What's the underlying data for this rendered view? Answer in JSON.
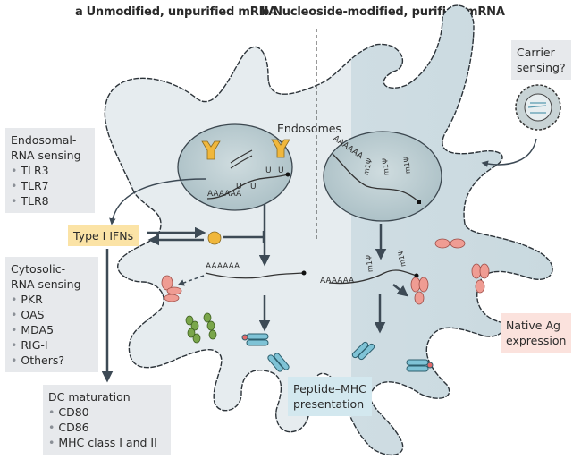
{
  "panels": {
    "a": {
      "letter": "a",
      "title": "Unmodified, unpurified mRNA"
    },
    "b": {
      "letter": "b",
      "title": "Nucleoside-modified, purified mRNA"
    }
  },
  "labels": {
    "endosomes": "Endosomes",
    "type1_ifns": "Type I IFNs",
    "peptide_mhc": [
      "Peptide–MHC",
      "presentation"
    ],
    "native_ag": [
      "Native Ag",
      "expression"
    ],
    "carrier": [
      "Carrier",
      "sensing?"
    ]
  },
  "boxes": {
    "endosomal": {
      "title": [
        "Endosomal-",
        "RNA sensing"
      ],
      "items": [
        "TLR3",
        "TLR7",
        "TLR8"
      ]
    },
    "cytosolic": {
      "title": [
        "Cytosolic-",
        "RNA sensing"
      ],
      "items": [
        "PKR",
        "OAS",
        "MDA5",
        "RIG-I",
        "Others?"
      ]
    },
    "dc_maturation": {
      "title": "DC maturation",
      "items": [
        "CD80",
        "CD86",
        "MHC class I and II"
      ]
    }
  },
  "mrna": {
    "poly_a": "AAAAAA",
    "uridine": "U",
    "modified": "m1Ψ"
  },
  "colors": {
    "cell_left": "#e3eaee",
    "cell_right": "#cfdde3",
    "endosome": "#b8cbd1",
    "tlr": "#f0b73c",
    "mhc": "#7fc3d6",
    "native_ag": "#ef9c93",
    "costim": "#7aa64a",
    "arrow": "#3d4a55"
  }
}
